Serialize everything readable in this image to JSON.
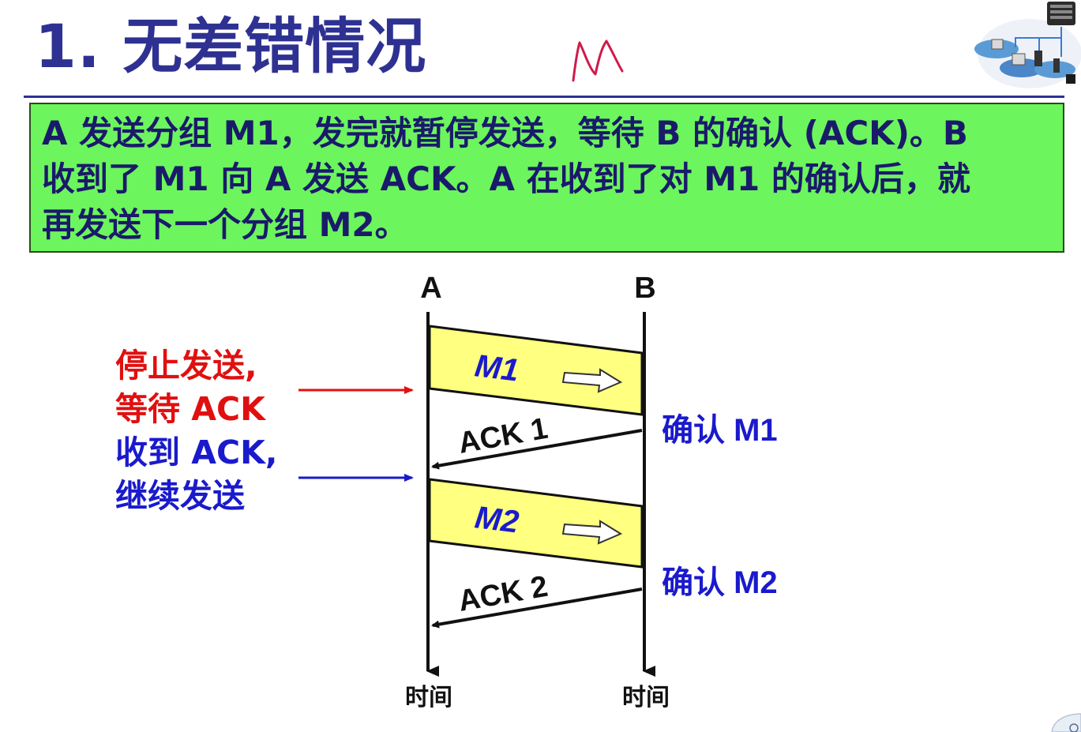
{
  "title": "1. 无差错情况",
  "handwriting": "M",
  "description": [
    "A 发送分组 M1，发完就暂停发送，等待 B 的确认 (ACK)。B",
    "收到了 M1 向 A 发送  ACK。A 在收到了对 M1 的确认后，就",
    "再发送下一个分组  M2。"
  ],
  "diagram": {
    "node_a": "A",
    "node_b": "B",
    "time_a": "时间",
    "time_b": "时间",
    "packet1": "M1",
    "packet2": "M2",
    "ack1": "ACK 1",
    "ack2": "ACK 2",
    "confirm1": "确认 M1",
    "confirm2": "确认 M2"
  },
  "annotations": {
    "stop": [
      "停止发送,",
      "等待 ACK"
    ],
    "resume": [
      "收到 ACK,",
      "继续发送"
    ]
  },
  "colors": {
    "title": "#2e3192",
    "box_fill": "#6cf55d",
    "packet_fill": "#ffff88",
    "stop_color": "#e01010",
    "resume_color": "#1a1acc"
  }
}
